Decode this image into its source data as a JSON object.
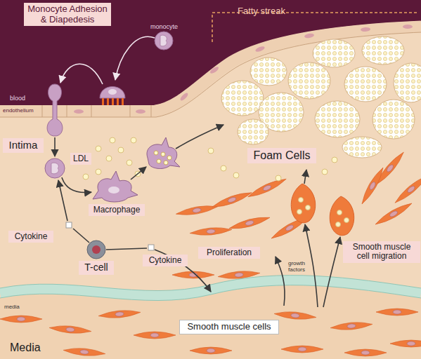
{
  "diagram": {
    "nodes": [
      {
        "text": [
          "Monocyte Adhesion & Diapedesis"
        ]
      },
      {
        "text": [
          "Intima"
        ]
      },
      {
        "text": [
          "LDL"
        ]
      },
      {
        "text": [
          "Foam Cells"
        ]
      },
      {
        "text": [
          "Macrophage"
        ]
      },
      {
        "text": [
          "Cytokine"
        ]
      },
      {
        "text": [
          "Cytokine"
        ]
      },
      {
        "text": [
          "T-cell"
        ]
      },
      {
        "text": [
          "Proliferation"
        ]
      },
      {
        "text": [
          "Smooth muscle cell migration"
        ]
      },
      {
        "text": [
          "Smooth muscle cells"
        ]
      }
    ],
    "labels": [
      "Fatty streak",
      "monocyte",
      "blood",
      "endothelium",
      "growth factors",
      "media",
      "Media"
    ]
  }
}
